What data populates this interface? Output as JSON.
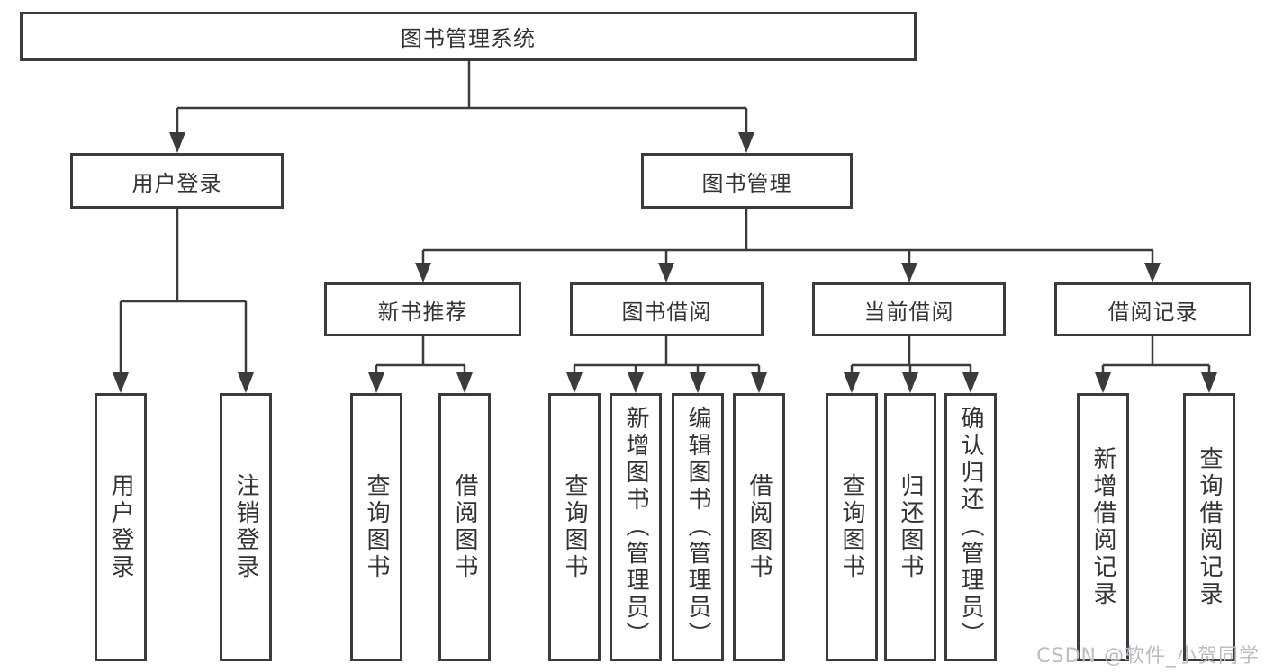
{
  "diagram": {
    "root": {
      "label": "图书管理系统"
    },
    "level2": {
      "user_login": {
        "label": "用户登录"
      },
      "book_management": {
        "label": "图书管理"
      }
    },
    "level3": {
      "new_book_recommend": {
        "label": "新书推荐"
      },
      "book_borrowing": {
        "label": "图书借阅"
      },
      "current_borrowing": {
        "label": "当前借阅"
      },
      "borrowing_records": {
        "label": "借阅记录"
      }
    },
    "leaves": {
      "user_login": {
        "label": "用户登录"
      },
      "logout": {
        "label": "注销登录"
      },
      "recommend_query_books": {
        "label": "查询图书"
      },
      "recommend_borrow_books": {
        "label": "借阅图书"
      },
      "borrowing_query_books": {
        "label": "查询图书"
      },
      "borrowing_add_books_admin": {
        "label": "新增图书（管理员）"
      },
      "borrowing_edit_books_admin": {
        "label": "编辑图书（管理员）"
      },
      "borrowing_borrow_books": {
        "label": "借阅图书"
      },
      "current_query_books": {
        "label": "查询图书"
      },
      "current_return_books": {
        "label": "归还图书"
      },
      "current_confirm_return_admin": {
        "label": "确认归还（管理员）"
      },
      "records_add_borrow_record": {
        "label": "新增借阅记录"
      },
      "records_query_borrow_record": {
        "label": "查询借阅记录"
      }
    }
  },
  "watermark": {
    "text": "CSDN @软件_小贺同学"
  },
  "colors": {
    "line": "#3b3b3b",
    "box_border": "#3b3b3b",
    "text": "#333333",
    "background": "#ffffff",
    "watermark": "#b9bdc4"
  }
}
